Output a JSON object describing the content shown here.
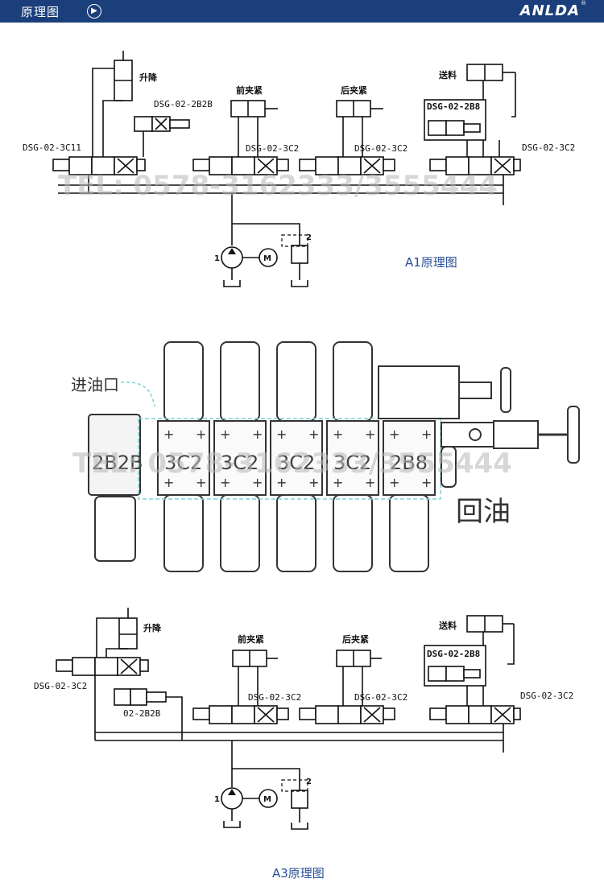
{
  "header": {
    "title": "原理图",
    "logo": "ANLDA"
  },
  "diagram_a1": {
    "caption": "A1原理图",
    "watermark": "TEL: 0578-3162333/3555444",
    "labels": {
      "lift": "升降",
      "front_clamp": "前夹紧",
      "rear_clamp": "后夹紧",
      "feed": "送料",
      "v1": "DSG-02-3C11",
      "v2": "DSG-02-3C2",
      "v3": "DSG-02-3C2",
      "v4": "DSG-02-3C2",
      "sub1": "DSG-02-2B2B",
      "sub4": "DSG-02-2B8",
      "n1": "1",
      "n2": "2",
      "motor": "M"
    }
  },
  "photo": {
    "inlet": "进油口",
    "return": "回油",
    "watermark": "TEL: 0578-3162333/3555444",
    "valves": [
      "2B2B",
      "3C2",
      "3C2",
      "3C2",
      "3C2",
      "2B8"
    ]
  },
  "diagram_a3": {
    "caption": "A3原理图",
    "labels": {
      "lift": "升降",
      "front_clamp": "前夹紧",
      "rear_clamp": "后夹紧",
      "feed": "送料",
      "v1": "DSG-02-3C2",
      "v2": "DSG-02-3C2",
      "v3": "DSG-02-3C2",
      "v4": "DSG-02-3C2",
      "sub1": "02-2B2B",
      "sub4": "DSG-02-2B8",
      "n1": "1",
      "n2": "2",
      "motor": "M"
    }
  }
}
